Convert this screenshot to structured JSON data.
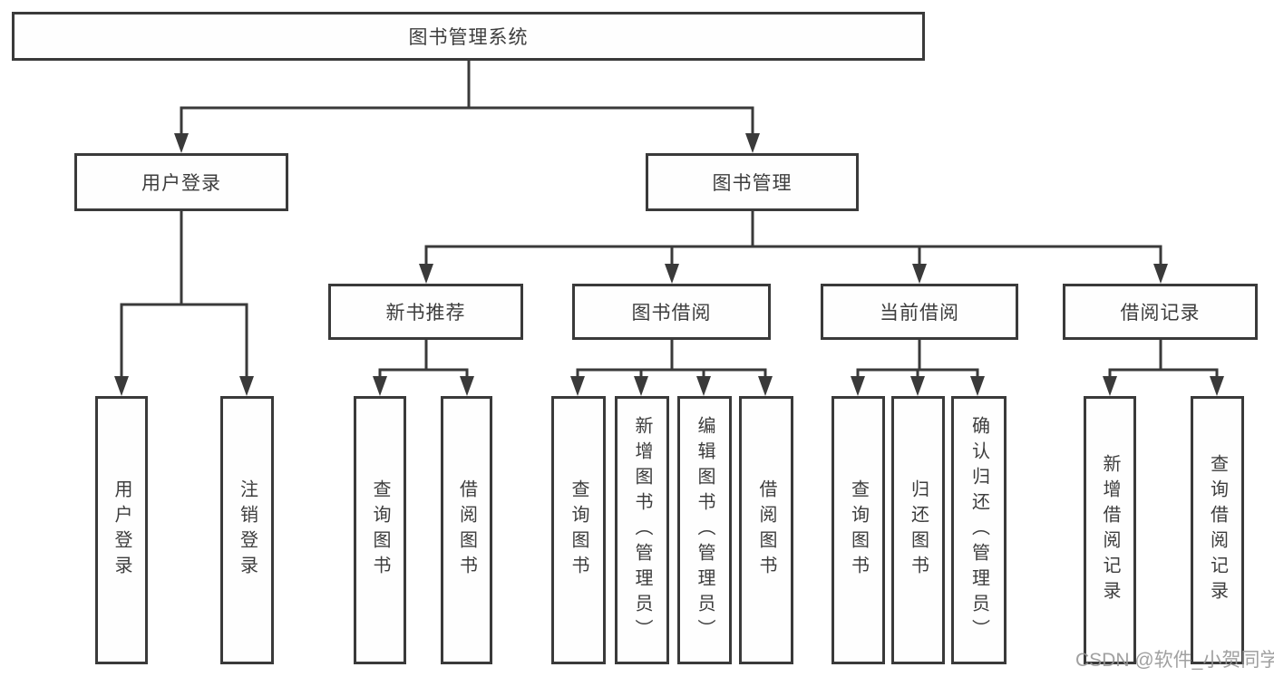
{
  "diagram": {
    "root": {
      "label": "图书管理系统"
    },
    "level2": [
      {
        "id": "user-login",
        "label": "用户登录"
      },
      {
        "id": "book-management",
        "label": "图书管理"
      }
    ],
    "level3": [
      {
        "id": "new-book-recommend",
        "label": "新书推荐",
        "parent": "book-management"
      },
      {
        "id": "book-borrowing",
        "label": "图书借阅",
        "parent": "book-management"
      },
      {
        "id": "current-borrowing",
        "label": "当前借阅",
        "parent": "book-management"
      },
      {
        "id": "borrowing-records",
        "label": "借阅记录",
        "parent": "book-management"
      }
    ],
    "leaves": [
      {
        "id": "user-login-action",
        "label": "用户登录",
        "parent": "user-login"
      },
      {
        "id": "logout-action",
        "label": "注销登录",
        "parent": "user-login"
      },
      {
        "id": "query-books-rec",
        "label": "查询图书",
        "parent": "new-book-recommend"
      },
      {
        "id": "borrow-books-rec",
        "label": "借阅图书",
        "parent": "new-book-recommend"
      },
      {
        "id": "query-books-borrowing",
        "label": "查询图书",
        "parent": "book-borrowing"
      },
      {
        "id": "add-books-admin",
        "label": "新增图书（管理员）",
        "parent": "book-borrowing"
      },
      {
        "id": "edit-books-admin",
        "label": "编辑图书（管理员）",
        "parent": "book-borrowing"
      },
      {
        "id": "borrow-books-borrowing",
        "label": "借阅图书",
        "parent": "book-borrowing"
      },
      {
        "id": "query-books-current",
        "label": "查询图书",
        "parent": "current-borrowing"
      },
      {
        "id": "return-books",
        "label": "归还图书",
        "parent": "current-borrowing"
      },
      {
        "id": "confirm-return-admin",
        "label": "确认归还（管理员）",
        "parent": "current-borrowing"
      },
      {
        "id": "add-borrow-record",
        "label": "新增借阅记录",
        "parent": "borrowing-records"
      },
      {
        "id": "query-borrow-record",
        "label": "查询借阅记录",
        "parent": "borrowing-records"
      }
    ]
  },
  "watermark": {
    "text": "CSDN @软件_小贺同学"
  },
  "colors": {
    "line": "#3a3a3a",
    "border": "#3a3a3a",
    "text": "#3d3d3d",
    "watermark": "#969696",
    "background": "#ffffff"
  }
}
